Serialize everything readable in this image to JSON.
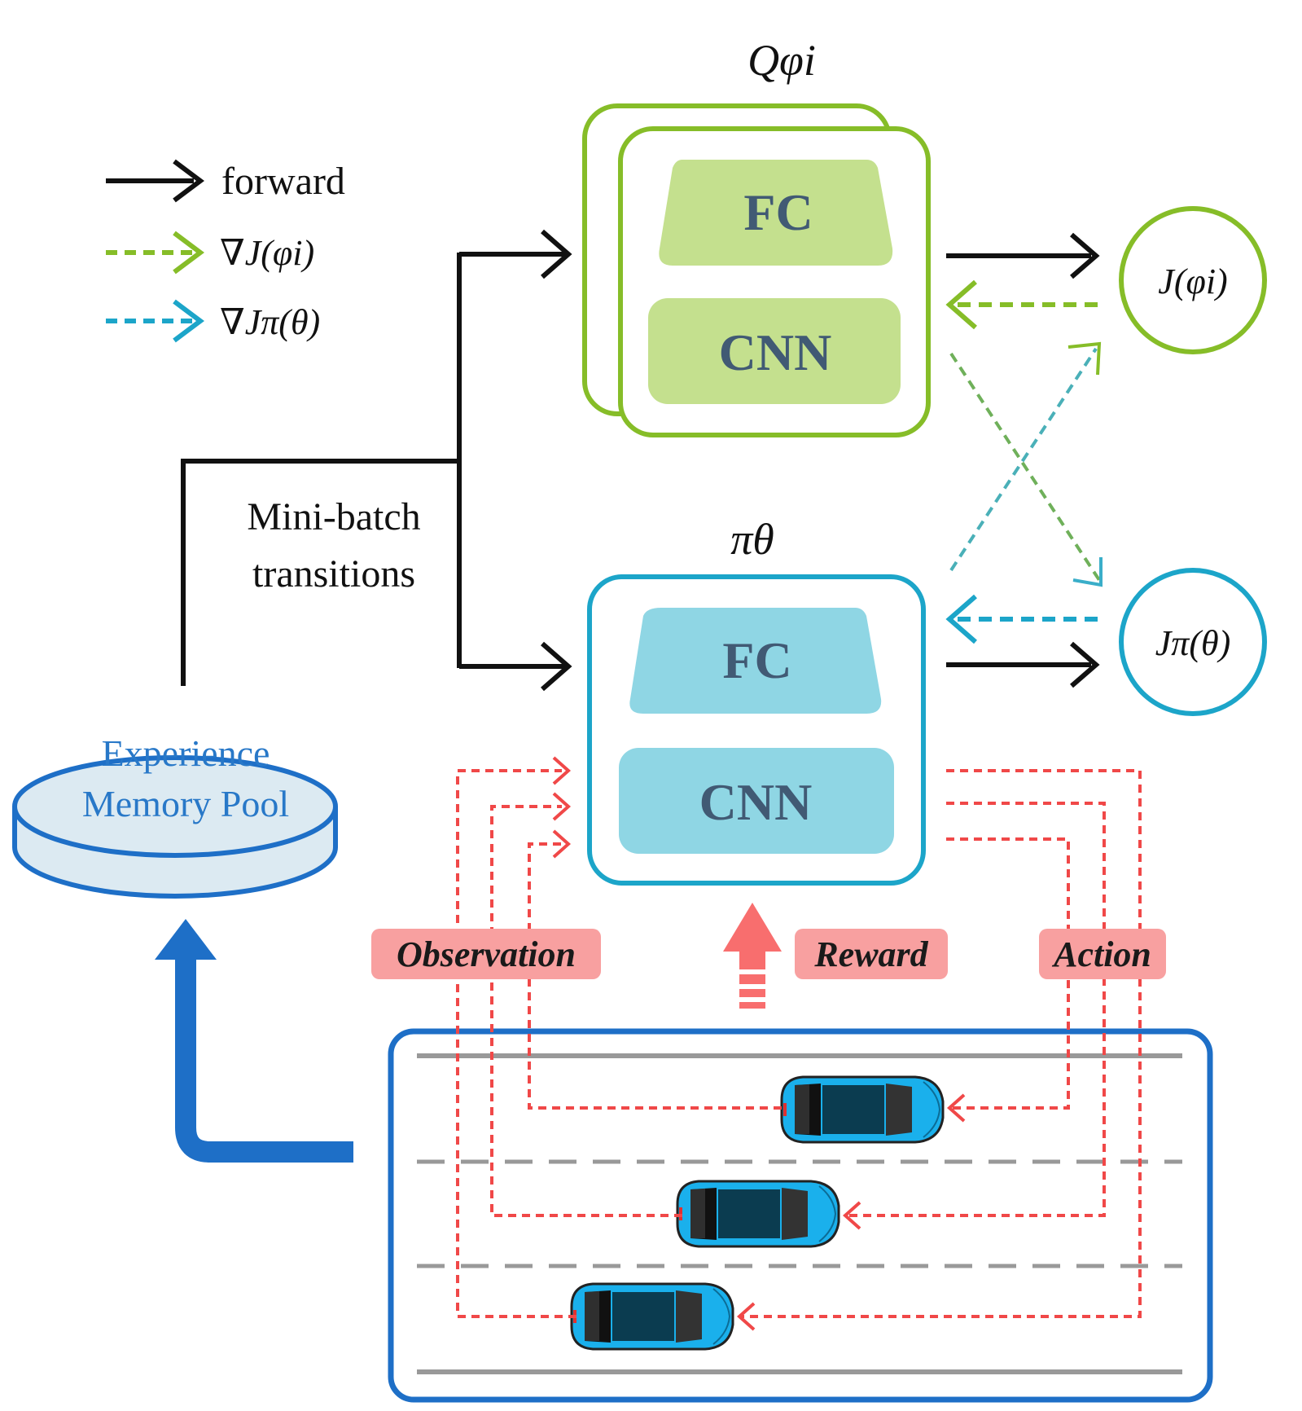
{
  "legend": {
    "forward": "forward",
    "grad_q": "∇J(φi)",
    "grad_pi": "∇Jπ(θ)"
  },
  "critic": {
    "title": "Qφi",
    "fc": "FC",
    "cnn": "CNN",
    "loss": "J(φi)"
  },
  "actor": {
    "title": "πθ",
    "fc": "FC",
    "cnn": "CNN",
    "loss": "Jπ(θ)"
  },
  "minibatch": {
    "line1": "Mini-batch",
    "line2": "transitions"
  },
  "memory": {
    "line1": "Experience",
    "line2": "Memory Pool"
  },
  "env_labels": {
    "observation": "Observation",
    "reward": "Reward",
    "action": "Action"
  },
  "colors": {
    "green": "#86bd28",
    "green_fill": "#c4e08e",
    "cyan": "#1ca5c9",
    "cyan_fill": "#8fd6e4",
    "black": "#111111",
    "red": "#f04848",
    "tag_bg": "#f8a0a0",
    "blue": "#1e6fc7"
  },
  "icons": {
    "car": "blue-car-topview",
    "database": "cylinder-database"
  }
}
